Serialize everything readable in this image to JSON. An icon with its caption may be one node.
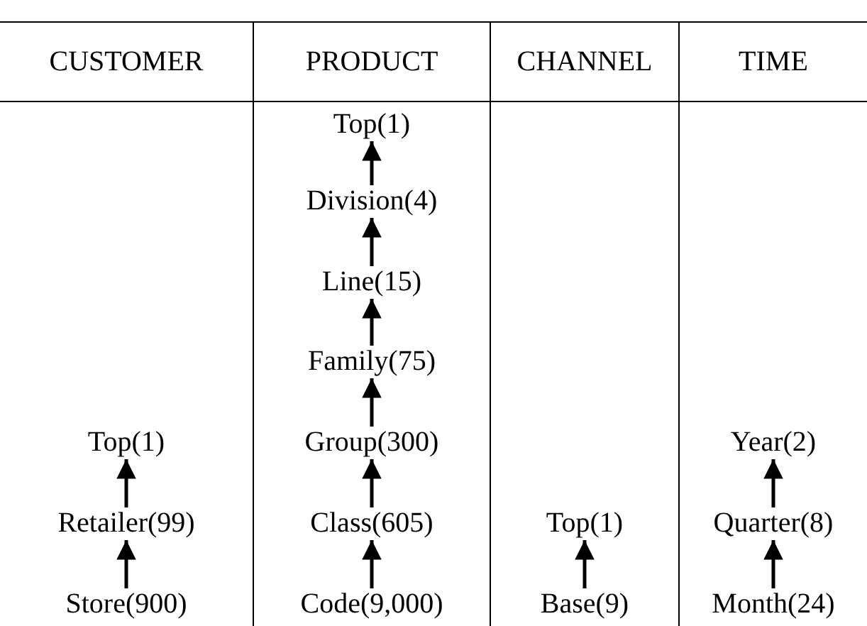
{
  "diagram": {
    "nodes": [
      {
        "text": [
          "CUSTOMER"
        ]
      },
      {
        "text": [
          "Top(1)"
        ],
        "in": 0
      },
      {
        "text": [
          "Retailer(99)"
        ],
        "in": 0
      },
      {
        "text": [
          "Store(900)"
        ],
        "in": 0
      },
      {
        "text": [
          "PRODUCT"
        ]
      },
      {
        "text": [
          "Top(1)"
        ],
        "in": 4
      },
      {
        "text": [
          "Division(4)"
        ],
        "in": 4
      },
      {
        "text": [
          "Line(15)"
        ],
        "in": 4
      },
      {
        "text": [
          "Family(75)"
        ],
        "in": 4
      },
      {
        "text": [
          "Group(300)"
        ],
        "in": 4
      },
      {
        "text": [
          "Class(605)"
        ],
        "in": 4
      },
      {
        "text": [
          "Code(9,000)"
        ],
        "in": 4
      },
      {
        "text": [
          "CHANNEL"
        ]
      },
      {
        "text": [
          "Top(1)"
        ],
        "in": 12
      },
      {
        "text": [
          "Base(9)"
        ],
        "in": 12
      },
      {
        "text": [
          "TIME"
        ]
      },
      {
        "text": [
          "Year(2)"
        ],
        "in": 15
      },
      {
        "text": [
          "Quarter(8)"
        ],
        "in": 15
      },
      {
        "text": [
          "Month(24)"
        ],
        "in": 15
      }
    ],
    "edges": [
      {
        "from": 2,
        "to": 1,
        "arrow": "to"
      },
      {
        "from": 3,
        "to": 2,
        "arrow": "to"
      },
      {
        "from": 6,
        "to": 5,
        "arrow": "to"
      },
      {
        "from": 7,
        "to": 6,
        "arrow": "to"
      },
      {
        "from": 8,
        "to": 7,
        "arrow": "to"
      },
      {
        "from": 9,
        "to": 8,
        "arrow": "to"
      },
      {
        "from": 10,
        "to": 9,
        "arrow": "to"
      },
      {
        "from": 11,
        "to": 10,
        "arrow": "to"
      },
      {
        "from": 14,
        "to": 13,
        "arrow": "to"
      },
      {
        "from": 17,
        "to": 16,
        "arrow": "to"
      },
      {
        "from": 18,
        "to": 17,
        "arrow": "to"
      }
    ]
  }
}
